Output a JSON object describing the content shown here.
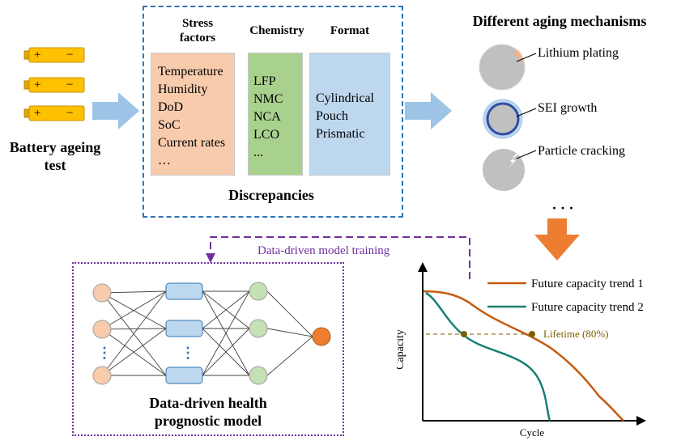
{
  "input": {
    "battery_plus": "+",
    "battery_minus": "−",
    "label_line1": "Battery ageing",
    "label_line2": "test"
  },
  "discrepancies": {
    "title": "Discrepancies",
    "columns": [
      {
        "title_lines": [
          "Stress",
          "factors"
        ],
        "items": [
          "Temperature",
          "Humidity",
          "DoD",
          "SoC",
          "Current rates",
          "…"
        ],
        "color": "#f8cbad"
      },
      {
        "title_lines": [
          "Chemistry"
        ],
        "items": [
          "LFP",
          "NMC",
          "NCA",
          "LCO",
          "..."
        ],
        "color": "#a9d18e"
      },
      {
        "title_lines": [
          "Format"
        ],
        "items": [
          "Cylindrical",
          "Pouch",
          "Prismatic"
        ],
        "color": "#bdd7ee"
      }
    ]
  },
  "mechanisms": {
    "title": "Different aging mechanisms",
    "items": [
      "Lithium plating",
      "SEI growth",
      "Particle cracking"
    ],
    "more": "· · ·"
  },
  "training": {
    "label": "Data-driven model training",
    "color": "#7030a0"
  },
  "model": {
    "title_line1": "Data-driven health",
    "title_line2": "prognostic model",
    "ellipsis": "⋮"
  },
  "chart_data": {
    "type": "line",
    "xlabel": "Cycle",
    "ylabel": "Capacity",
    "threshold_label": "Lifetime (80%)",
    "series": [
      {
        "name": "Future capacity trend 1",
        "color": "#c55a11"
      },
      {
        "name": "Future capacity trend 2",
        "color": "#1a7f73"
      }
    ]
  },
  "colors": {
    "arrow_blue": "#9dc3e6",
    "arrow_orange": "#ed7d31",
    "dashed_box": "#2e75b6",
    "battery": "#ffc000",
    "node_input": "#f8cbad",
    "node_hidden_rect": "#bdd7ee",
    "node_hidden_circle": "#c5e0b4",
    "node_output": "#ed7d31"
  }
}
